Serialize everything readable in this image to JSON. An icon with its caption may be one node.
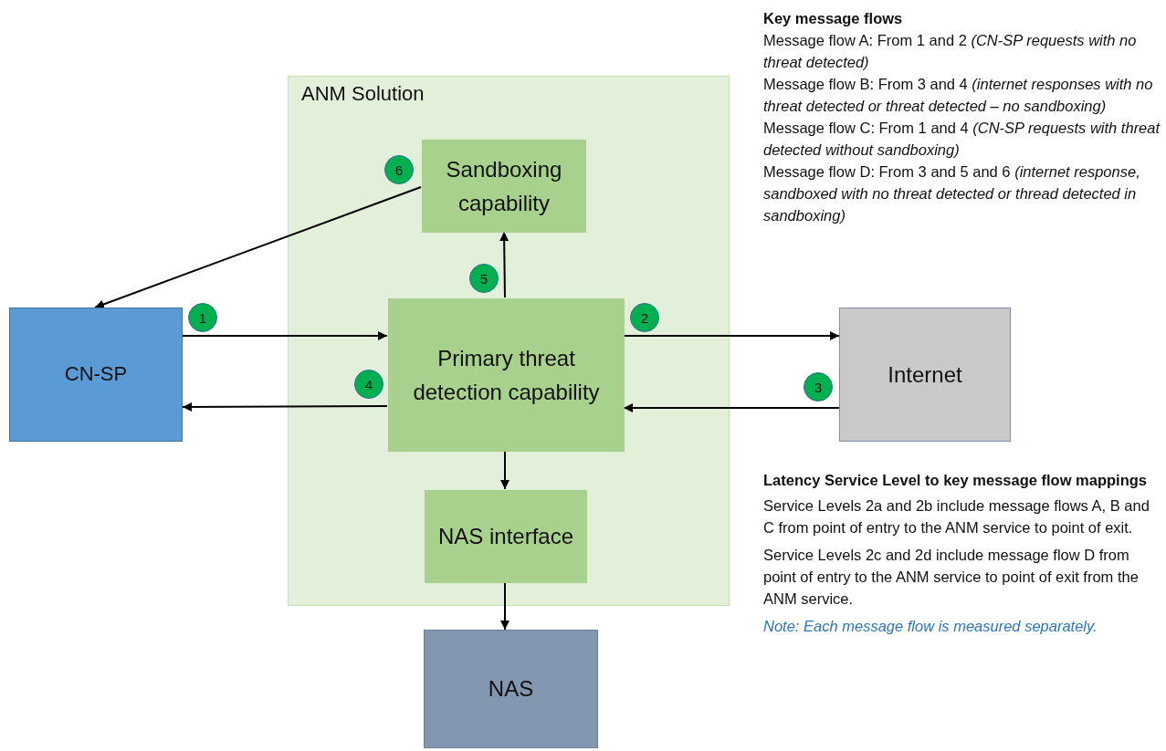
{
  "diagram": {
    "nodes": [
      {
        "text": [
          "ANM Solution"
        ]
      },
      {
        "text": [
          "Sandboxing capability"
        ],
        "in": 0
      },
      {
        "text": [
          "Primary threat detection capability"
        ],
        "in": 0
      },
      {
        "text": [
          "NAS interface"
        ],
        "in": 0
      },
      {
        "text": [
          "CN-SP"
        ]
      },
      {
        "text": [
          "Internet"
        ]
      },
      {
        "text": [
          "NAS"
        ]
      }
    ],
    "edges": [
      {
        "from": 4,
        "to": 2,
        "arrow": "to",
        "label": "1"
      },
      {
        "from": 2,
        "to": 5,
        "arrow": "to",
        "label": "2"
      },
      {
        "from": 5,
        "to": 2,
        "arrow": "to",
        "label": "3"
      },
      {
        "from": 2,
        "to": 4,
        "arrow": "to",
        "label": "4"
      },
      {
        "from": 2,
        "to": 1,
        "arrow": "to",
        "label": "5"
      },
      {
        "from": 1,
        "to": 4,
        "arrow": "to",
        "label": "6"
      },
      {
        "from": 2,
        "to": 3,
        "arrow": "to"
      },
      {
        "from": 3,
        "to": 6,
        "arrow": "to"
      }
    ],
    "labels": [
      "Key message flows",
      "Message flow A: From 1 and 2 *(CN-SP requests with no threat detected)*",
      "Message flow B: From 3 and 4 *(internet responses with no threat detected or threat detected – no sandboxing)*",
      "Message flow C: From 1 and 4 *(CN-SP requests with threat detected without sandboxing)*",
      "Message flow D: From 3 and 5 and 6 *(internet response, sandboxed with no threat detected or thread detected in sandboxing)*",
      "Latency Service Level to key message flow mappings",
      "Service Levels 2a and 2b include message flows A, B and C from point of entry to the ANM service to point of exit.",
      "Service Levels 2c and 2d include message flow D from point of entry to the ANM service to point of exit from the ANM service.",
      "Note: Each message flow is measured separately."
    ]
  }
}
